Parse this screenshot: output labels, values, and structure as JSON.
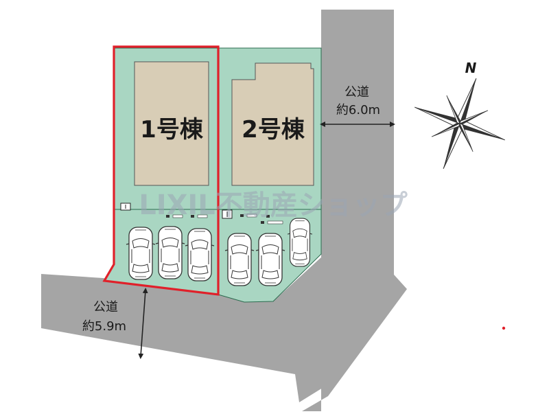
{
  "buildings": [
    {
      "label": "1号棟"
    },
    {
      "label": "2号棟"
    }
  ],
  "roads": [
    {
      "label": "公道",
      "width": "約6.0m"
    },
    {
      "label": "公道",
      "width": "約5.9m"
    }
  ],
  "compass": {
    "north_label": "N"
  },
  "watermark": "LIXIL不動産ショップ",
  "colors": {
    "road": "#a5a5a5",
    "lot": "#a9d6c2",
    "building": "#d8cdb6",
    "highlight": "#e0202a"
  }
}
